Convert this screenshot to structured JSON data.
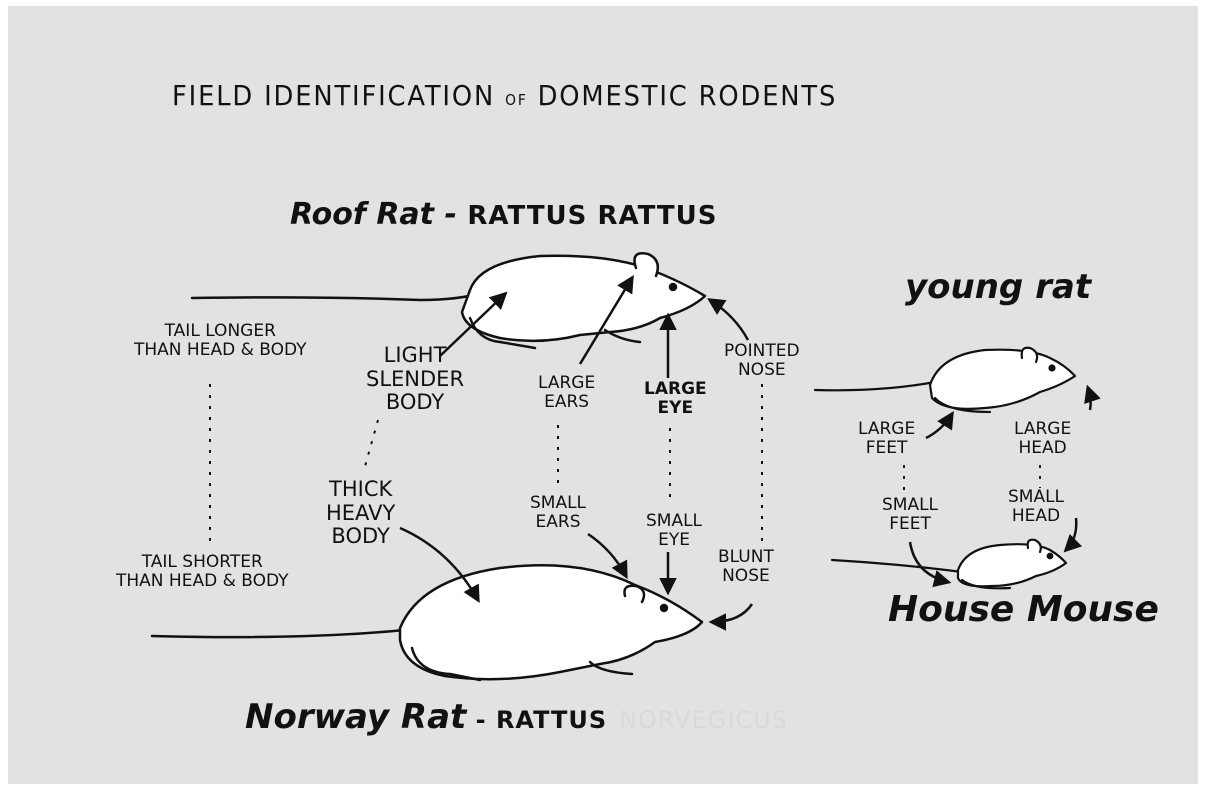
{
  "title": {
    "part1": "FIELD IDENTIFICATION",
    "part2": "OF",
    "part3": "DOMESTIC RODENTS"
  },
  "roof_rat": {
    "common": "Roof Rat",
    "dash": " - ",
    "scientific": "RATTUS RATTUS"
  },
  "norway_rat": {
    "common": "Norway Rat",
    "dash": " - ",
    "scientific": "RATTUS",
    "scientific_faded": "NORVEGICUS"
  },
  "young_rat": {
    "label": "young rat"
  },
  "house_mouse": {
    "label": "House Mouse"
  },
  "features": {
    "tail_longer": "TAIL LONGER\nTHAN HEAD & BODY",
    "tail_shorter": "TAIL SHORTER\nTHAN HEAD & BODY",
    "light_slender_body": "LIGHT\nSLENDER\nBODY",
    "thick_heavy_body": "THICK\nHEAVY\nBODY",
    "large_ears": "LARGE\nEARS",
    "small_ears": "SMALL\nEARS",
    "large_eye": "LARGE\nEYE",
    "small_eye": "SMALL\nEYE",
    "pointed_nose": "POINTED\nNOSE",
    "blunt_nose": "BLUNT\nNOSE",
    "large_feet": "LARGE\nFEET",
    "small_feet": "SMALL\nFEET",
    "large_head": "LARGE\nHEAD",
    "small_head": "SMALL\nHEAD"
  },
  "colors": {
    "background": "#e2e2e2",
    "ink": "#111111",
    "animal_fill": "#ffffff",
    "faded_text": "#d9d9d9"
  }
}
